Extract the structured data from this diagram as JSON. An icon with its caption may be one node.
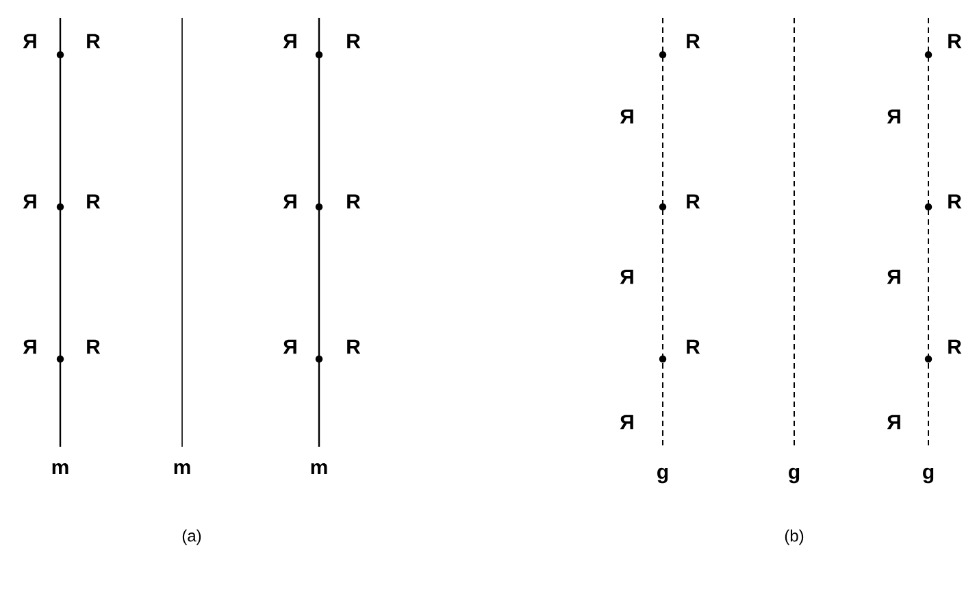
{
  "diagram": {
    "labels": [
      "Я",
      "R",
      "Я",
      "R",
      "R",
      "R",
      "Я",
      "Я",
      "Я",
      "R",
      "Я",
      "R",
      "R",
      "R",
      "Я",
      "Я",
      "Я",
      "R",
      "Я",
      "R",
      "R",
      "R",
      "Я",
      "Я",
      "m",
      "m",
      "m",
      "g",
      "g",
      "g",
      "(a)",
      "(b)"
    ]
  }
}
